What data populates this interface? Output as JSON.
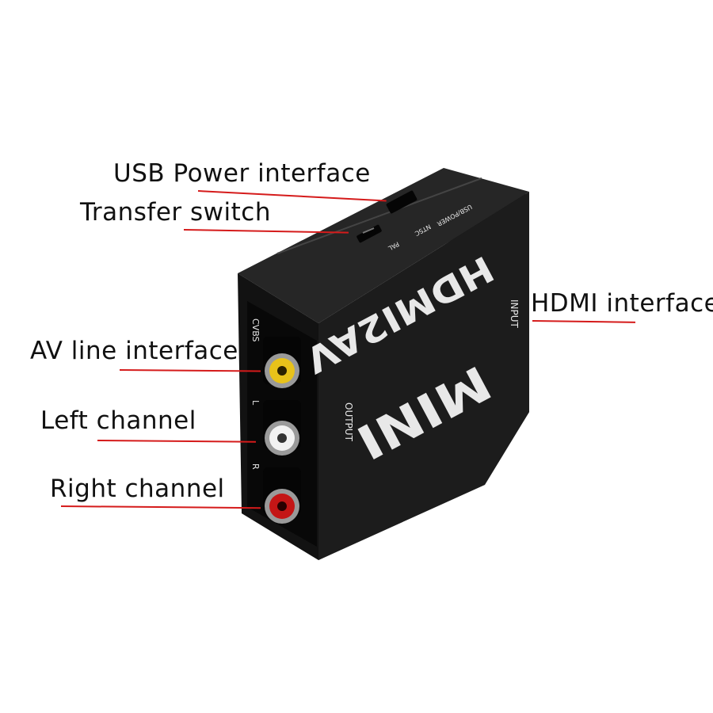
{
  "callouts": {
    "usb_power": "USB Power interface",
    "transfer_switch": "Transfer switch",
    "hdmi": "HDMI interface",
    "av_line": "AV line interface",
    "left_channel": "Left channel",
    "right_channel": "Right channel"
  },
  "device": {
    "model_label": "HDMI2AV",
    "mini_label": "MINI",
    "input_label": "INPUT",
    "output_label": "OUTPUT",
    "cvbs_label": "CVBS",
    "l_label": "L",
    "r_label": "R",
    "usb_label": "USB/POWER",
    "ntsc_label": "NTSC",
    "pal_label": "PAL"
  },
  "colors": {
    "leader_line": "#d51b1b",
    "body": "#1a1a1a",
    "jack_yellow": "#e8c21a",
    "jack_white": "#f2f2f2",
    "jack_red": "#c41616"
  }
}
